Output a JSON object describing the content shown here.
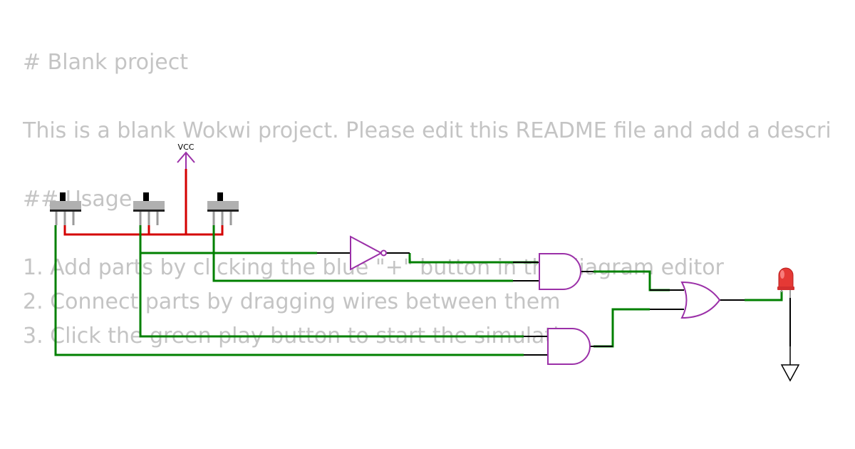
{
  "readme": {
    "title": "# Blank project",
    "description": "This is a blank Wokwi project. Please edit this README file and add a description of your design.",
    "usage_heading": "## Usage",
    "steps": [
      "1. Add parts by clicking the blue \"+\" button in the diagram editor",
      "2. Connect parts by dragging wires between them",
      "3. Click the green play button to start the simulation"
    ]
  },
  "circuit": {
    "vcc_label": "VCC",
    "colors": {
      "power_wire": "#d40000",
      "signal_wire": "#008000",
      "gate": "#9b30a8",
      "switch_body": "#b0b0b0",
      "led": "#e53935"
    }
  }
}
